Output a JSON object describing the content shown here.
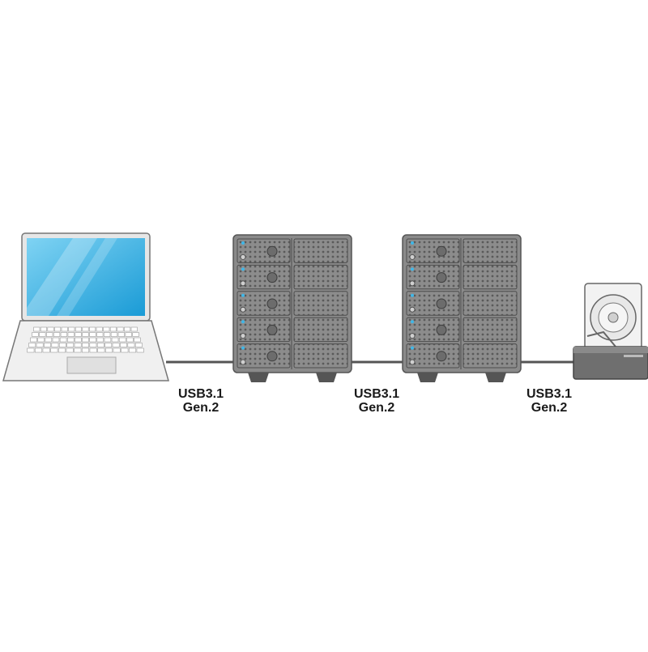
{
  "diagram": {
    "connections": [
      {
        "line1": "USB3.1",
        "line2": "Gen.2"
      },
      {
        "line1": "USB3.1",
        "line2": "Gen.2"
      },
      {
        "line1": "USB3.1",
        "line2": "Gen.2"
      }
    ],
    "enclosure_bays": 5,
    "colors": {
      "screen": "#3bb3e6",
      "screen_light": "#b9e6f8",
      "enclosure": "#8a8a8a",
      "enclosure_dark": "#555555",
      "cable": "#555555",
      "led": "#3fb7e8"
    }
  }
}
